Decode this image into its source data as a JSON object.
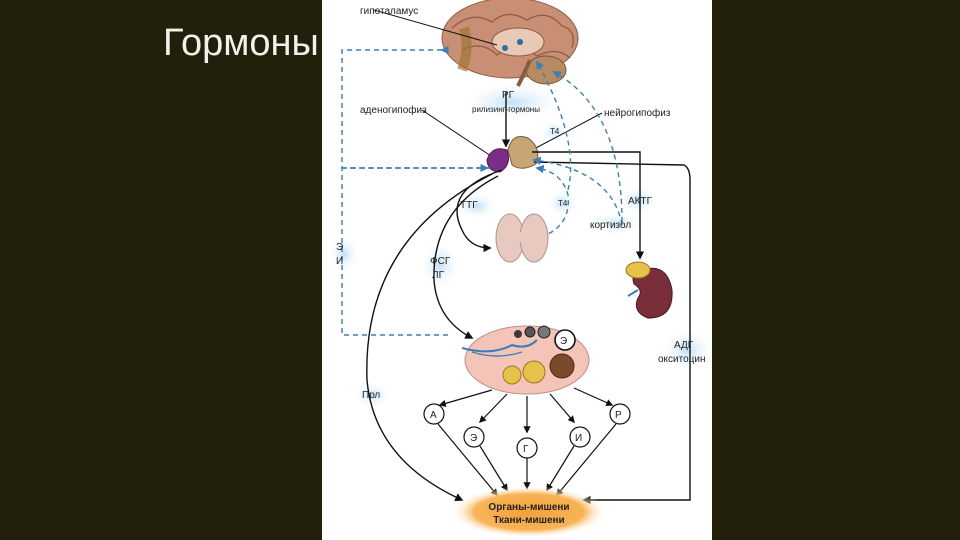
{
  "slide": {
    "title": "Гормоны"
  },
  "labels": {
    "hypothalamus": "гипоталамус",
    "rg": "РГ",
    "releasing": "рилизинг-гормоны",
    "adeno": "аденогипофиз",
    "neuro": "нейрогипофиз",
    "t4_top": "T4",
    "ttg": "ТТГ",
    "t4_mid": "T4",
    "actg": "АКТГ",
    "cortisol": "кортизол",
    "e": "Э",
    "i": "И",
    "fsg": "ФСГ",
    "lg": "ЛГ",
    "adg": "АДГ",
    "oxytocin": "окситоцин",
    "prl": "Прл",
    "circle_e_top": "Э",
    "circle_a": "А",
    "circle_e": "Э",
    "circle_g": "Г",
    "circle_i": "И",
    "circle_r": "Р",
    "target1": "Органы-мишени",
    "target2": "Ткани-мишени"
  },
  "colors": {
    "background": "#22200a",
    "panel": "#ffffff",
    "dashed_arrow": "#3a7fb8",
    "highlight": "#bfe0f5",
    "target_glow": "#f4a13a"
  }
}
